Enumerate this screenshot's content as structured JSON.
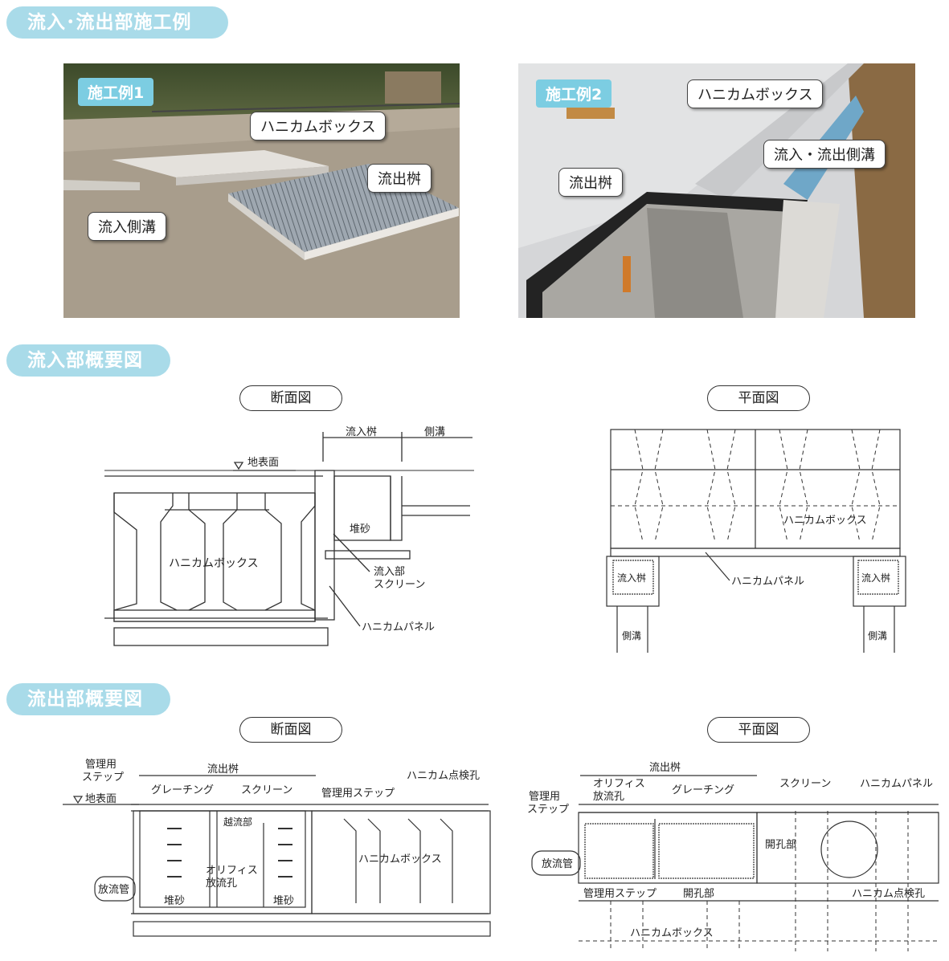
{
  "headers": {
    "h1": "流入･流出部施工例",
    "h2": "流入部概要図",
    "h3": "流出部概要図"
  },
  "photo1": {
    "tag": "施工例1",
    "c1": "ハニカムボックス",
    "c2": "流出桝",
    "c3": "流入側溝"
  },
  "photo2": {
    "tag": "施工例2",
    "c1": "ハニカムボックス",
    "c2": "流入・流出側溝",
    "c3": "流出桝"
  },
  "inflow": {
    "sec_label": "断面図",
    "plan_label": "平面図",
    "sec": {
      "inlet": "流入桝",
      "side": "側溝",
      "ground": "地表面",
      "sand": "堆砂",
      "screen1": "流入部",
      "screen2": "スクリーン",
      "box": "ハニカムボックス",
      "panel": "ハニカムパネル"
    },
    "plan": {
      "box": "ハニカムボックス",
      "panel": "ハニカムパネル",
      "inlet_l": "流入桝",
      "inlet_r": "流入桝",
      "side_l": "側溝",
      "side_r": "側溝"
    }
  },
  "outflow": {
    "sec_label": "断面図",
    "plan_label": "平面図",
    "sec": {
      "step1": "管理用",
      "step2": "ステップ",
      "ground": "地表面",
      "outlet": "流出桝",
      "grating": "グレーチング",
      "screen": "スクリーン",
      "step_r": "管理用ステップ",
      "inspect": "ハニカム点検孔",
      "overflow": "越流部",
      "orifice1": "オリフィス",
      "orifice2": "放流孔",
      "box": "ハニカムボックス",
      "pipe": "放流管",
      "sand_l": "堆砂",
      "sand_r": "堆砂"
    },
    "plan": {
      "outlet": "流出桝",
      "orifice1": "オリフィス",
      "orifice2": "放流孔",
      "grating": "グレーチング",
      "screen": "スクリーン",
      "panel": "ハニカムパネル",
      "step1": "管理用",
      "step2": "ステップ",
      "opening_r": "開孔部",
      "pipe": "放流管",
      "step_b": "管理用ステップ",
      "opening_b": "開孔部",
      "inspect": "ハニカム点検孔",
      "box": "ハニカムボックス"
    }
  }
}
